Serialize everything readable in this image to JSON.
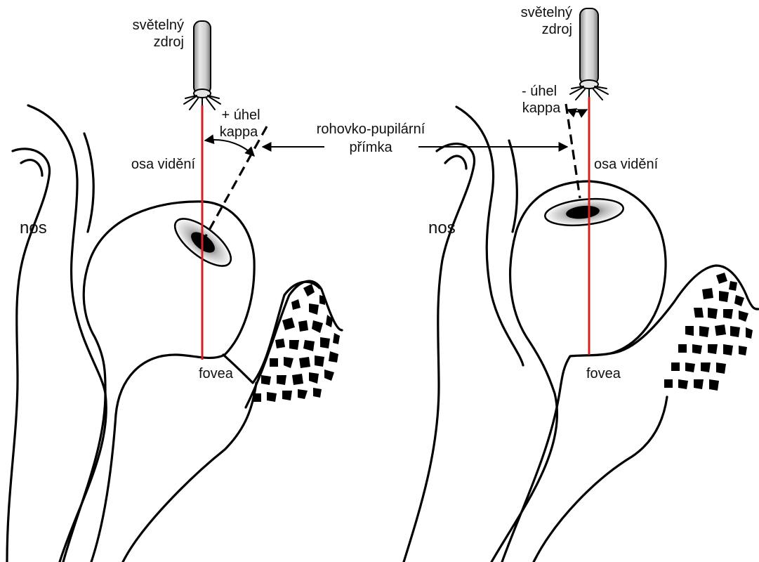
{
  "left_panel": {
    "light_source": [
      "světelný",
      "zdroj"
    ],
    "angle_label": [
      "+ úhel",
      "kappa"
    ],
    "visual_axis": "osa vidění",
    "nose": "nos",
    "fovea": "fovea"
  },
  "right_panel": {
    "light_source": [
      "světelný",
      "zdroj"
    ],
    "angle_label": [
      "- úhel",
      "kappa"
    ],
    "visual_axis": "osa vidění",
    "nose": "nos",
    "fovea": "fovea"
  },
  "center_label": [
    "rohovko-pupilární",
    "přímka"
  ],
  "colors": {
    "visual_axis_line": "#d42020",
    "outline": "#000000",
    "lamp_body": "#d9d9d9"
  }
}
